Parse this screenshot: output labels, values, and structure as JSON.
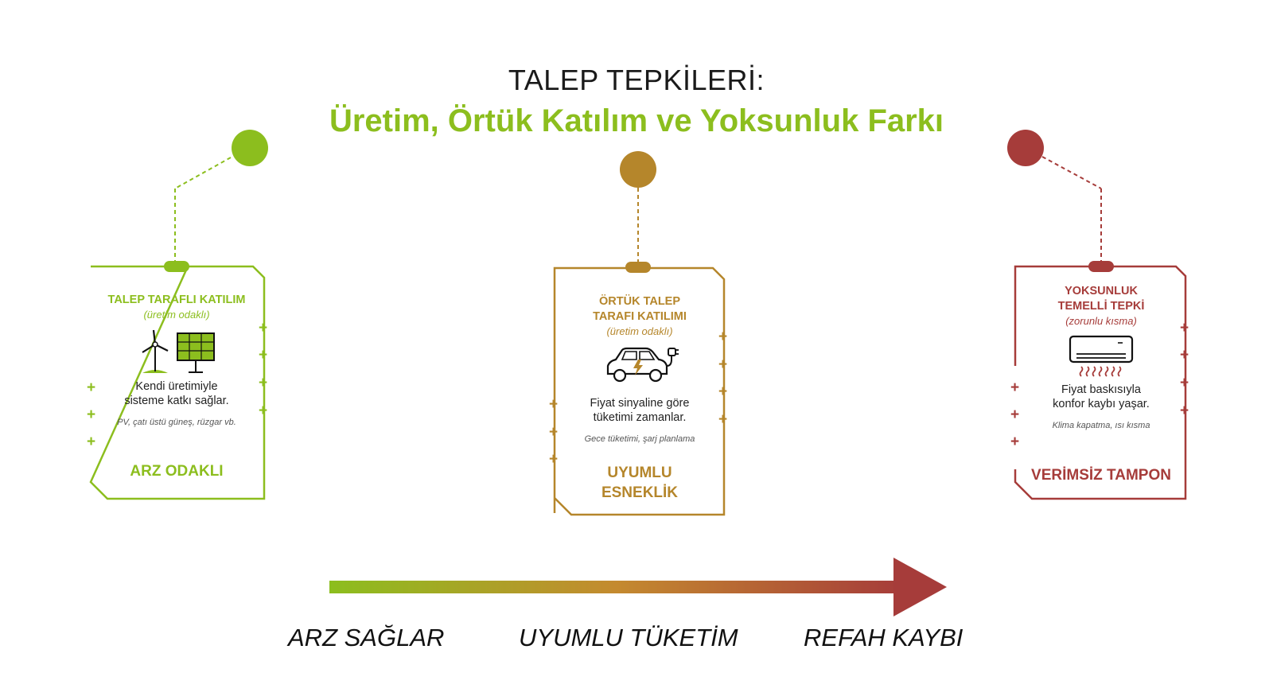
{
  "title": {
    "line1": "TALEP TEPKİLERİ:",
    "line2": "Üretim, Örtük Katılım ve Yoksunluk Farkı"
  },
  "cards": [
    {
      "key": "left",
      "heading": "TALEP TARAFLI KATILIM",
      "subtitle": "(üretim odaklı)",
      "icon": "wind-turbine-solar-panel-icon",
      "description": "Kendi üretimiyle sisteme katkı sağlar.",
      "note": "PV, çatı üstü güneş, rüzgar vb.",
      "result": "ARZ ODAKLI",
      "color": "#8cbe1e"
    },
    {
      "key": "middle",
      "heading": "ÖRTÜK TALEP TARAFI KATILIMI",
      "subtitle": "(üretim odaklı)",
      "icon": "electric-car-icon",
      "description": "Fiyat sinyaline göre tüketimi zamanlar.",
      "note": "Gece tüketimi, şarj planlama",
      "result": "UYUMLU ESNEKLİK",
      "color": "#b5862b"
    },
    {
      "key": "right",
      "heading": "YOKSUNLUK TEMELLİ TEPKİ",
      "subtitle": "(zorunlu kısma)",
      "icon": "air-conditioner-heat-icon",
      "description": "Fiyat baskısıyla konfor kaybı yaşar.",
      "note": "Klima kapatma, ısı kısma",
      "result": "VERİMSİZ TAMPON",
      "color": "#a63c3a"
    }
  ],
  "axis": {
    "labels": [
      "ARZ SAĞLAR",
      "UYUMLU TÜKETİM",
      "REFAH KAYBI"
    ],
    "gradient_colors": [
      "#8cbe1e",
      "#c48a2f",
      "#a63c3a"
    ]
  }
}
